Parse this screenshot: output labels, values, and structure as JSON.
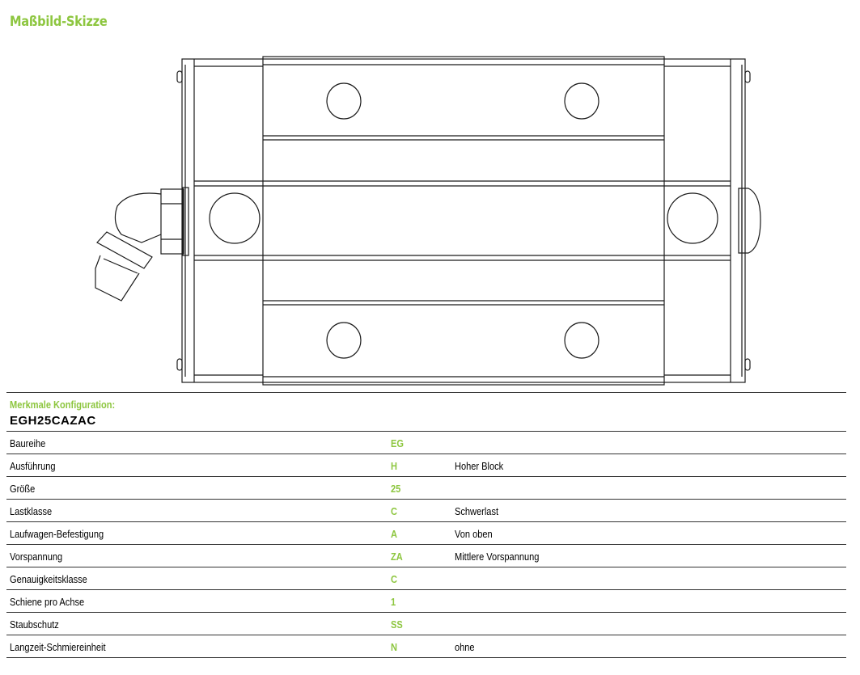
{
  "heading": "Maßbild-Skizze",
  "config": {
    "label": "Merkmale Konfiguration:",
    "code": "EGH25CAZAC",
    "rows": [
      {
        "name": "Baureihe",
        "code": "EG",
        "desc": ""
      },
      {
        "name": "Ausführung",
        "code": "H",
        "desc": "Hoher Block"
      },
      {
        "name": "Größe",
        "code": "25",
        "desc": ""
      },
      {
        "name": "Lastklasse",
        "code": "C",
        "desc": "Schwerlast"
      },
      {
        "name": "Laufwagen-Befestigung",
        "code": "A",
        "desc": "Von oben"
      },
      {
        "name": "Vorspannung",
        "code": "ZA",
        "desc": "Mittlere Vorspannung"
      },
      {
        "name": "Genauigkeitsklasse",
        "code": "C",
        "desc": ""
      },
      {
        "name": "Schiene pro Achse",
        "code": "1",
        "desc": ""
      },
      {
        "name": "Staubschutz",
        "code": "SS",
        "desc": ""
      },
      {
        "name": "Langzeit-Schmiereinheit",
        "code": "N",
        "desc": "ohne"
      }
    ]
  },
  "colors": {
    "accent": "#8dc63f",
    "line": "#333333"
  }
}
